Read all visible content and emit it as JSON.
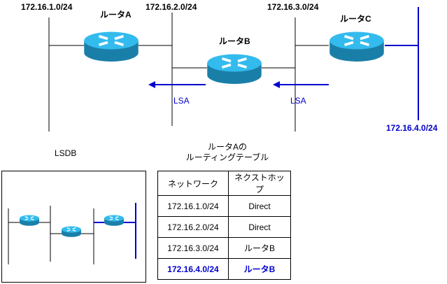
{
  "topology": {
    "networks": [
      {
        "id": "net1",
        "label": "172.16.1.0/24",
        "color": "#000000"
      },
      {
        "id": "net2",
        "label": "172.16.2.0/24",
        "color": "#000000"
      },
      {
        "id": "net3",
        "label": "172.16.3.0/24",
        "color": "#000000"
      },
      {
        "id": "net4",
        "label": "172.16.4.0/24",
        "color": "#0000cc"
      }
    ],
    "routers": [
      {
        "id": "routerA",
        "label": "ルータA"
      },
      {
        "id": "routerB",
        "label": "ルータB"
      },
      {
        "id": "routerC",
        "label": "ルータC"
      }
    ],
    "lsa_arrows": [
      {
        "label": "LSA",
        "from": "routerB",
        "to": "routerA"
      },
      {
        "label": "LSA",
        "from": "routerC",
        "to": "routerB"
      }
    ]
  },
  "lsdb": {
    "title": "LSDB"
  },
  "routing_table": {
    "title_line1": "ルータAの",
    "title_line2": "ルーティングテーブル",
    "headers": [
      "ネットワーク",
      "ネクストホップ"
    ],
    "rows": [
      {
        "network": "172.16.1.0/24",
        "next_hop": "Direct",
        "highlight": false
      },
      {
        "network": "172.16.2.0/24",
        "next_hop": "Direct",
        "highlight": false
      },
      {
        "network": "172.16.3.0/24",
        "next_hop": "ルータB",
        "highlight": false
      },
      {
        "network": "172.16.4.0/24",
        "next_hop": "ルータB",
        "highlight": true
      }
    ]
  },
  "colors": {
    "accent": "#0000cc",
    "router_top": "#33bbee",
    "router_side": "#1a7fa8"
  }
}
